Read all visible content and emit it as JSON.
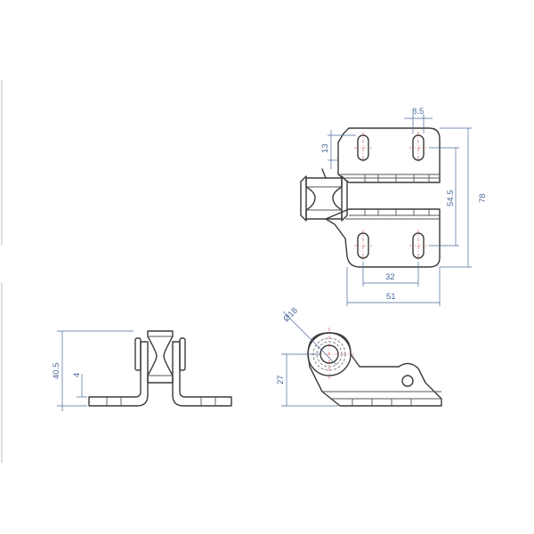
{
  "colors": {
    "outline": "#3a3a3a",
    "dimension": "#4a6a9a",
    "centerline": "#d04040"
  },
  "dimensions": {
    "hole_pitch_x": "8.5",
    "slot_height": "13",
    "hole_pitch_y": "54.5",
    "overall_height": "78",
    "hole_spacing": "32",
    "overall_width": "51",
    "overall_depth": "40.5",
    "plate_thickness": "4",
    "bore_diameter": "Ø18",
    "axle_height": "27"
  }
}
